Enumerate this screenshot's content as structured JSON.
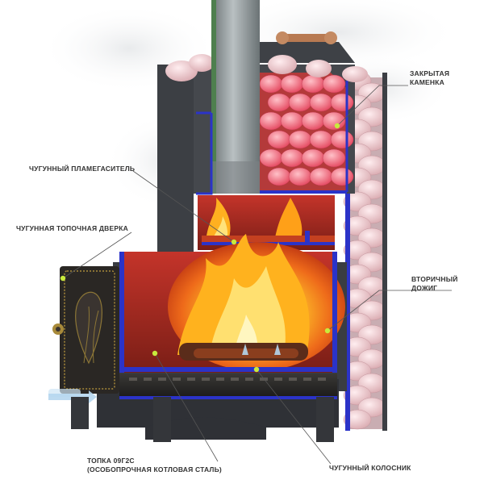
{
  "colors": {
    "accent_dot": "#c8ea3c",
    "leader_line": "#555555",
    "label_text": "#333333",
    "steel_body": "#3c3f44",
    "steel_edge": "#2b33c8",
    "stone_pink": "#f3cfd3",
    "stone_hot": "#e8546a",
    "fire_core": "#ffd23a",
    "fire_outer": "#e4571b",
    "door_iron": "#2a2724",
    "door_gold": "#a88a3a",
    "chimney_steel": "#8a9396",
    "handle_wood": "#b87a52"
  },
  "labels": {
    "closed_heater": [
      "ЗАКРЫТАЯ",
      "КАМЕНКА"
    ],
    "flame_damper": "ЧУГУННЫЙ ПЛАМЕГАСИТЕЛЬ",
    "firebox_door": "ЧУГУННАЯ ТОПОЧНАЯ ДВЕРКА",
    "secondary_burn": [
      "ВТОРИЧНЫЙ",
      "ДОЖИГ"
    ],
    "firebox_steel": [
      "ТОПКА 09Г2С",
      "(ОСОБОПРОЧНАЯ КОТЛОВАЯ СТАЛЬ)"
    ],
    "grate": "ЧУГУННЫЙ КОЛОСНИК"
  }
}
